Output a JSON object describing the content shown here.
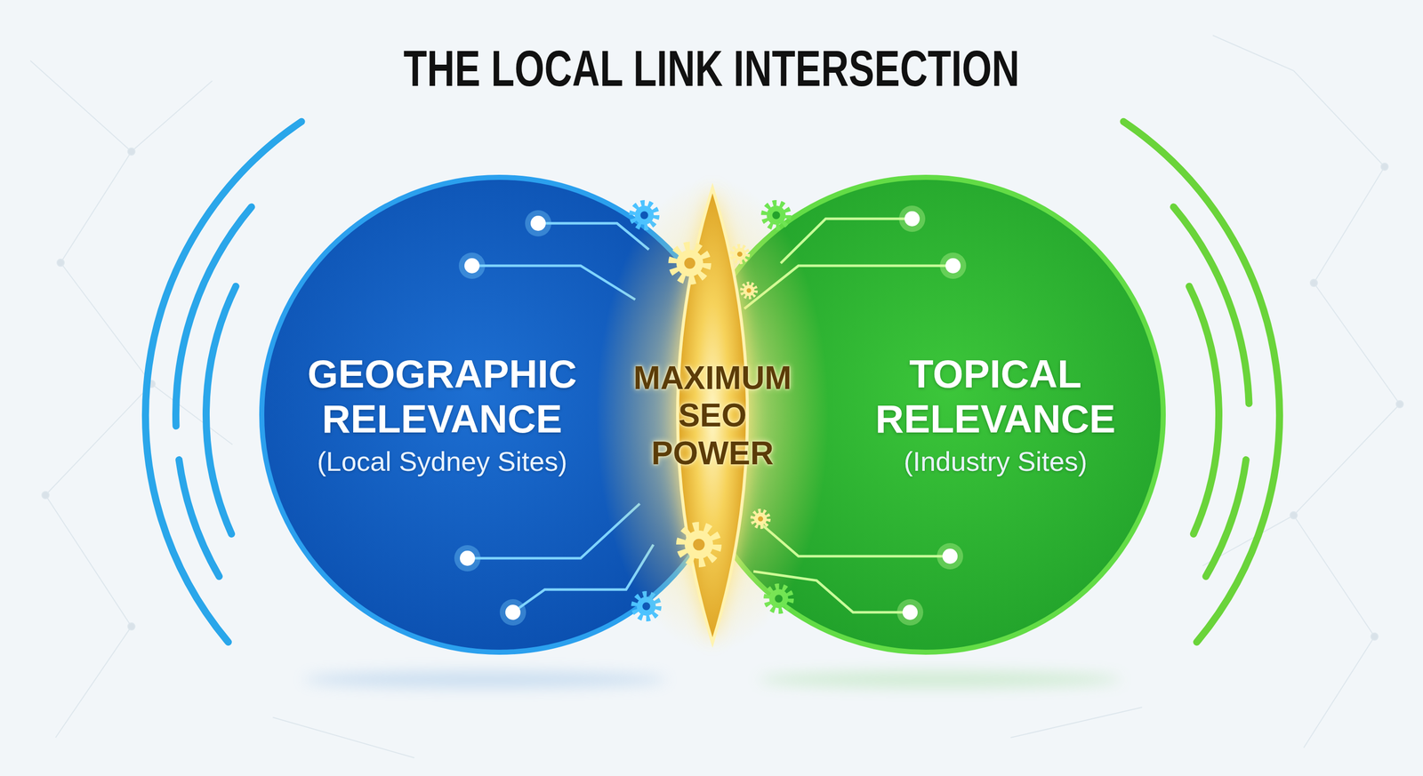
{
  "diagram": {
    "title": "THE LOCAL LINK INTERSECTION",
    "nodes": [
      {
        "text": [
          "GEOGRAPHIC RELEVANCE",
          "(Local Sydney Sites)"
        ]
      },
      {
        "text": [
          "TOPICAL RELEVANCE",
          "(Industry Sites)"
        ]
      },
      {
        "text": [
          "MAXIMUM SEO POWER"
        ]
      }
    ]
  }
}
